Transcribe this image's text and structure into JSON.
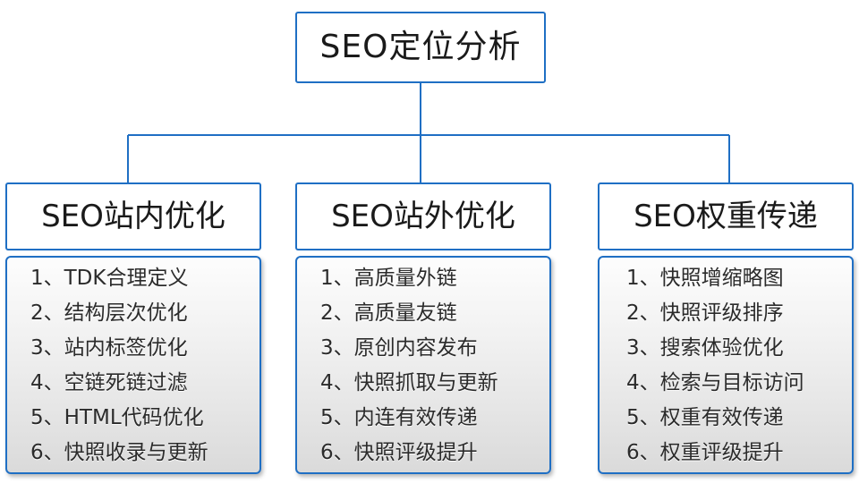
{
  "diagram": {
    "type": "org-chart",
    "root": {
      "title": "SEO定位分析"
    },
    "accent_color": "#1f6fc4",
    "text_color": "#2b2b2b",
    "branches": [
      {
        "header": "SEO站内优化",
        "items": [
          "1、TDK合理定义",
          "2、结构层次优化",
          "3、站内标签优化",
          "4、空链死链过滤",
          "5、HTML代码优化",
          "6、快照收录与更新"
        ]
      },
      {
        "header": "SEO站外优化",
        "items": [
          "1、高质量外链",
          "2、高质量友链",
          "3、原创内容发布",
          "4、快照抓取与更新",
          "5、内连有效传递",
          "6、快照评级提升"
        ]
      },
      {
        "header": "SEO权重传递",
        "items": [
          "1、快照增缩略图",
          "2、快照评级排序",
          "3、搜索体验优化",
          "4、检索与目标访问",
          "5、权重有效传递",
          "6、权重评级提升"
        ]
      }
    ]
  }
}
